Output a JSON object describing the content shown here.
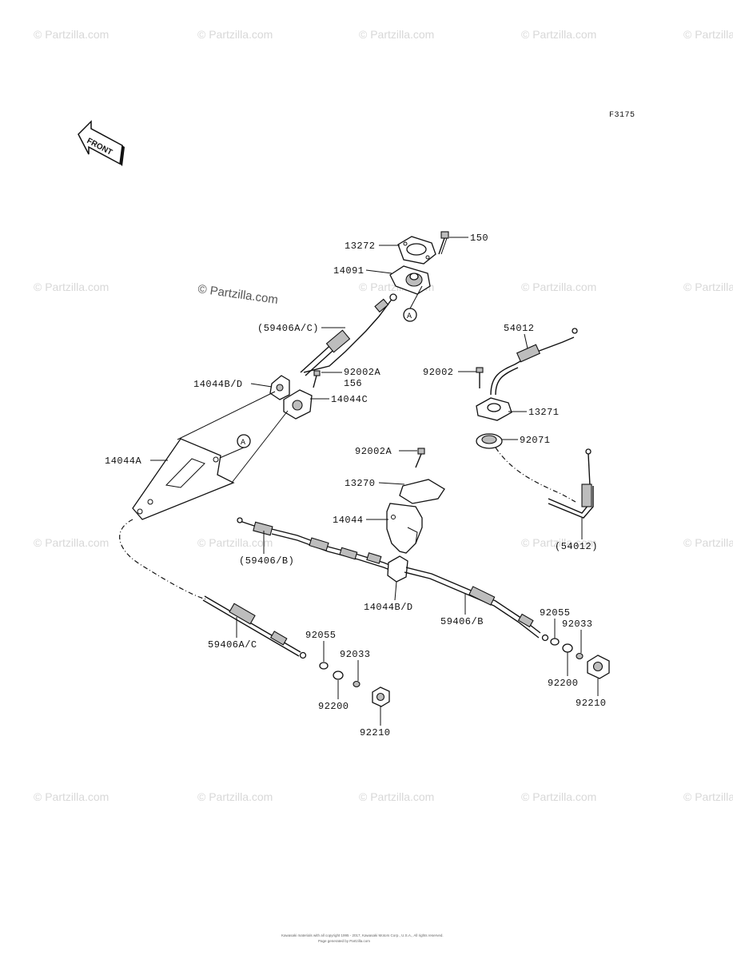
{
  "diagram": {
    "code": "F3175",
    "front_label": "FRONT",
    "ref_marker": "A",
    "watermark": "© Partzilla.com",
    "watermark_main": "© Partzilla.com",
    "copyright": "Kawasaki materials with all copyright 1995 - 2017, Kawasaki Motors Corp., U.S.A., All rights reserved.",
    "copyright2": "Page generated by Partzilla.com"
  },
  "labels": {
    "p13272": "13272",
    "p150": "150",
    "p14091": "14091",
    "p59406AC_paren": "(59406A/C)",
    "p14044BD_top": "14044B/D",
    "p92002A_top": "92002A",
    "p156": "156",
    "p14044C": "14044C",
    "p14044A": "14044A",
    "p54012": "54012",
    "p92002": "92002",
    "p13271": "13271",
    "p92071": "92071",
    "p92002A_mid": "92002A",
    "p13270": "13270",
    "p14044": "14044",
    "p54012_paren": "(54012)",
    "p59406B_paren": "(59406/B)",
    "p14044BD_bottom": "14044B/D",
    "p59406B": "59406/B",
    "p59406AC": "59406A/C",
    "p92055_left": "92055",
    "p92033_left": "92033",
    "p92200_left": "92200",
    "p92210_left": "92210",
    "p92055_right": "92055",
    "p92033_right": "92033",
    "p92200_right": "92200",
    "p92210_right": "92210"
  }
}
